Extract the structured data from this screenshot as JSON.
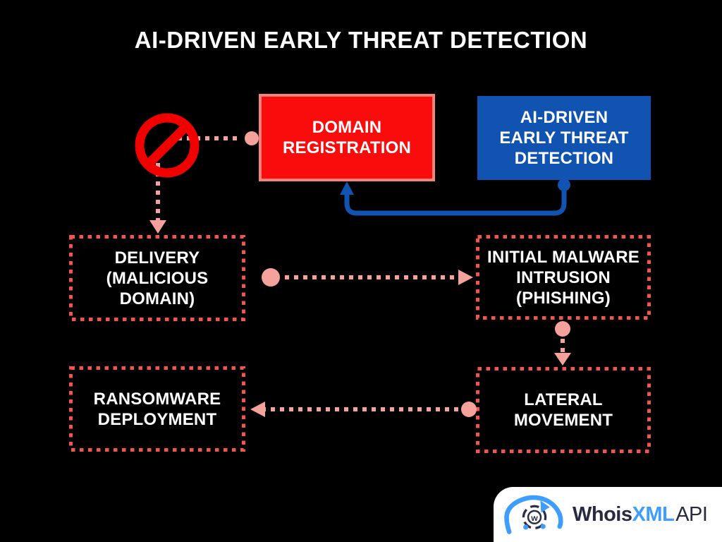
{
  "title": "AI-DRIVEN EARLY THREAT DETECTION",
  "nodes": {
    "domain_registration": {
      "label": "DOMAIN\nREGISTRATION",
      "style": "solid-red"
    },
    "ai_detection": {
      "label": "AI-DRIVEN\nEARLY THREAT\nDETECTION",
      "style": "solid-blue"
    },
    "delivery": {
      "label": "DELIVERY\n(MALICIOUS\nDOMAIN)",
      "style": "dashed-red"
    },
    "initial_intrusion": {
      "label": "INITIAL MALWARE\nINTRUSION\n(PHISHING)",
      "style": "dashed-red"
    },
    "lateral_movement": {
      "label": "LATERAL\nMOVEMENT",
      "style": "dashed-red"
    },
    "ransomware": {
      "label": "RANSOMWARE\nDEPLOYMENT",
      "style": "dashed-red"
    }
  },
  "edges": [
    {
      "from": "prohibition-sign",
      "to": "domain_registration",
      "style": "pink-dotted",
      "direction": "right"
    },
    {
      "from": "prohibition-sign",
      "to": "delivery",
      "style": "pink-dotted-arrow",
      "direction": "down"
    },
    {
      "from": "delivery",
      "to": "initial_intrusion",
      "style": "pink-dotted-arrow",
      "direction": "right"
    },
    {
      "from": "initial_intrusion",
      "to": "lateral_movement",
      "style": "pink-dotted-arrow",
      "direction": "down"
    },
    {
      "from": "lateral_movement",
      "to": "ransomware",
      "style": "pink-dotted-arrow",
      "direction": "left"
    },
    {
      "from": "ai_detection",
      "to": "domain_registration",
      "style": "blue-solid-arrow",
      "direction": "up-into-bottom"
    }
  ],
  "icons": {
    "prohibition": "no-entry-prohibition-sign",
    "logo_emblem": "whoisxmlapi-eye-emblem"
  },
  "logo": {
    "whois": "Whois",
    "xml": "XML",
    "api": "API",
    "emblem_letter": "w"
  },
  "colors": {
    "background": "#000000",
    "title_text": "#ffffff",
    "red_box_fill": "#fa0c0c",
    "red_box_border": "#f5827b",
    "blue_box_fill": "#1053b0",
    "blue_connector": "#1053b0",
    "dashed_box_border": "#f2544e",
    "pink_connector": "#f5a29c",
    "prohibition_red": "#f10000",
    "logo_navy": "#272b40",
    "logo_blue": "#3f9efd",
    "logo_card_bg": "#ffffff"
  }
}
